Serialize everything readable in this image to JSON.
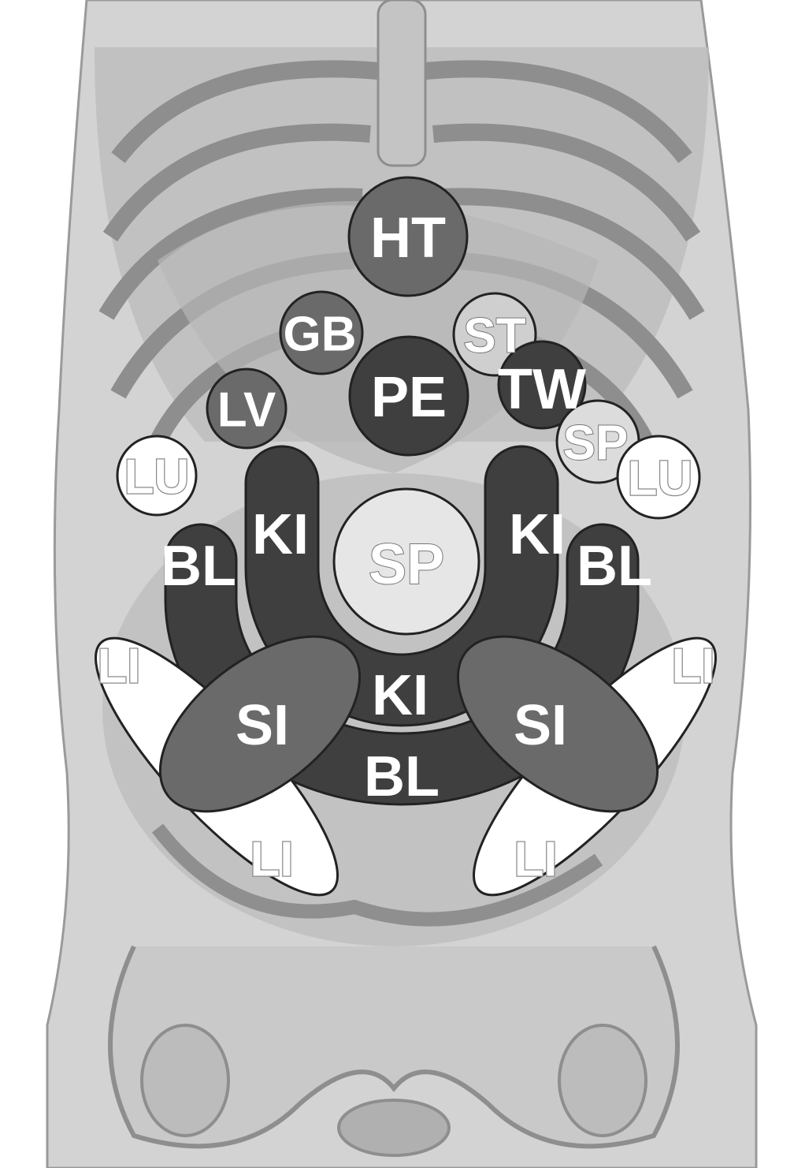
{
  "zones": {
    "ht": "HT",
    "gb": "GB",
    "st": "ST",
    "pe": "PE",
    "tw": "TW",
    "lv": "LV",
    "sp_upper": "SP",
    "lu_left": "LU",
    "lu_right": "LU",
    "ki_left": "KI",
    "ki_right": "KI",
    "ki_bottom": "KI",
    "sp_center": "SP",
    "bl_left": "BL",
    "bl_right": "BL",
    "bl_bottom": "BL",
    "si_left": "SI",
    "si_right": "SI",
    "li_upper_left": "LI",
    "li_upper_right": "LI",
    "li_lower_left": "LI",
    "li_lower_right": "LI"
  },
  "colors": {
    "dark": "#3f3f3f",
    "medium": "#6a6a6a",
    "light": "#cfcfcf",
    "white": "#ffffff",
    "anatomy_bg": "#c9c9c9"
  }
}
